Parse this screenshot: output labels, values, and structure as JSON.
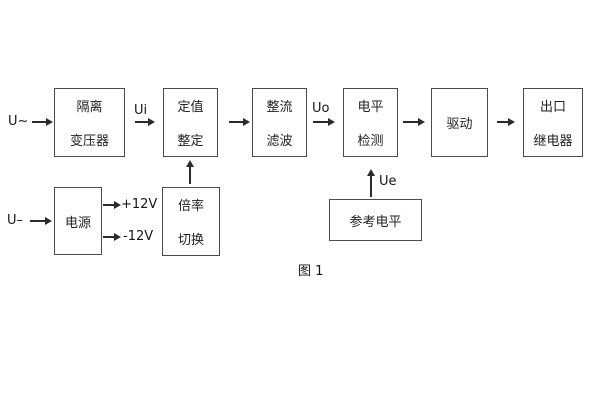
{
  "diagram": {
    "caption": "图 1",
    "colors": {
      "background": "#ffffff",
      "box_border": "#4c4c4c",
      "line": "#2b2b2b",
      "text": "#1e1e1e"
    },
    "inputs": {
      "ac": "U~",
      "dc": "U–"
    },
    "signals": {
      "ui": "Ui",
      "uo": "Uo",
      "ue": "Ue"
    },
    "rails": {
      "plus": "+12V",
      "minus": "-12V"
    },
    "blocks": {
      "isolation_transformer": {
        "line1": "隔离",
        "line2": "变压器"
      },
      "setpoint_adjust": {
        "line1": "定值",
        "line2": "整定"
      },
      "rectifier_filter": {
        "line1": "整流",
        "line2": "滤波"
      },
      "level_detector": {
        "line1": "电平",
        "line2": "检测"
      },
      "driver": {
        "label": "驱动"
      },
      "output_relay": {
        "line1": "出口",
        "line2": "继电器"
      },
      "power_supply": {
        "label": "电源"
      },
      "ratio_switch": {
        "line1": "倍率",
        "line2": "切换"
      },
      "reference_level": {
        "label": "参考电平"
      }
    }
  }
}
